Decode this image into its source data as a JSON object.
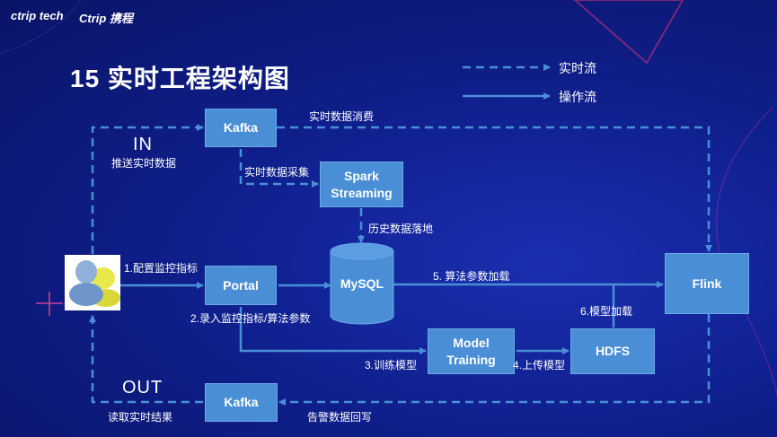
{
  "header": {
    "logo_left": "ctrip tech",
    "logo_right": "Ctrip 携程",
    "title": "15 实时工程架构图"
  },
  "legend": {
    "realtime_flow": "实时流",
    "operation_flow": "操作流"
  },
  "nodes": {
    "kafka_top": "Kafka",
    "spark_line1": "Spark",
    "spark_line2": "Streaming",
    "portal": "Portal",
    "mysql": "MySQL",
    "model_line1": "Model",
    "model_line2": "Training",
    "hdfs": "HDFS",
    "flink": "Flink",
    "kafka_bottom": "Kafka"
  },
  "labels": {
    "in": "IN",
    "push_realtime": "推送实时数据",
    "realtime_consume": "实时数据消费",
    "realtime_collect": "实时数据采集",
    "history_land": "历史数据落地",
    "config_metrics": "1.配置监控指标",
    "enter_metrics": "2.录入监控指标/算法参数",
    "train_model": "3.训练模型",
    "upload_model": "4.上传模型",
    "algo_load": "5. 算法参数加载",
    "model_load": "6.模型加载",
    "out": "OUT",
    "read_results": "读取实时结果",
    "alert_writeback": "告警数据回写"
  }
}
